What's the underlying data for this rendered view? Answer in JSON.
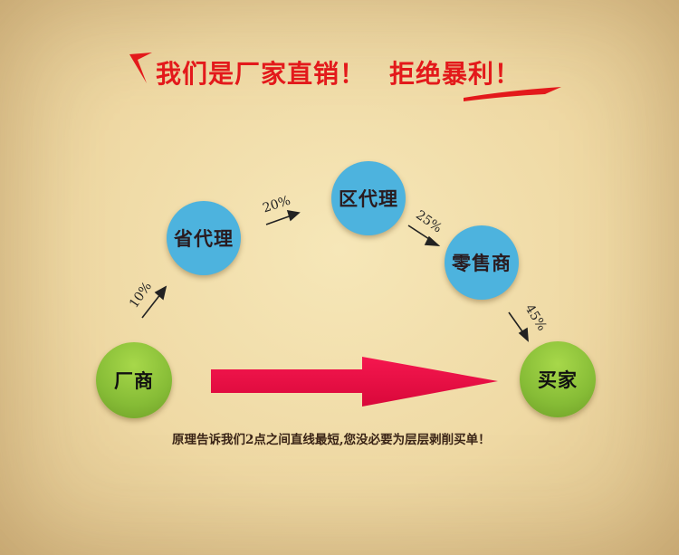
{
  "title": {
    "part1": "我们是厂家直销！",
    "part2": "拒绝暴利！",
    "color": "#e3191b"
  },
  "nodes": {
    "manufacturer": {
      "label": "厂商",
      "color": "#86bc36"
    },
    "provincial_agent": {
      "label": "省代理",
      "color": "#4db3de"
    },
    "district_agent": {
      "label": "区代理",
      "color": "#4db3de"
    },
    "retailer": {
      "label": "零售商",
      "color": "#4db3de"
    },
    "buyer": {
      "label": "买家",
      "color": "#86bc36"
    }
  },
  "markups": {
    "step1": "10%",
    "step2": "20%",
    "step3": "25%",
    "step4": "45%"
  },
  "direct_arrow": {
    "color": "#ee0a45"
  },
  "caption": "原理告诉我们2点之间直线最短,您没必要为层层剥削买单！"
}
